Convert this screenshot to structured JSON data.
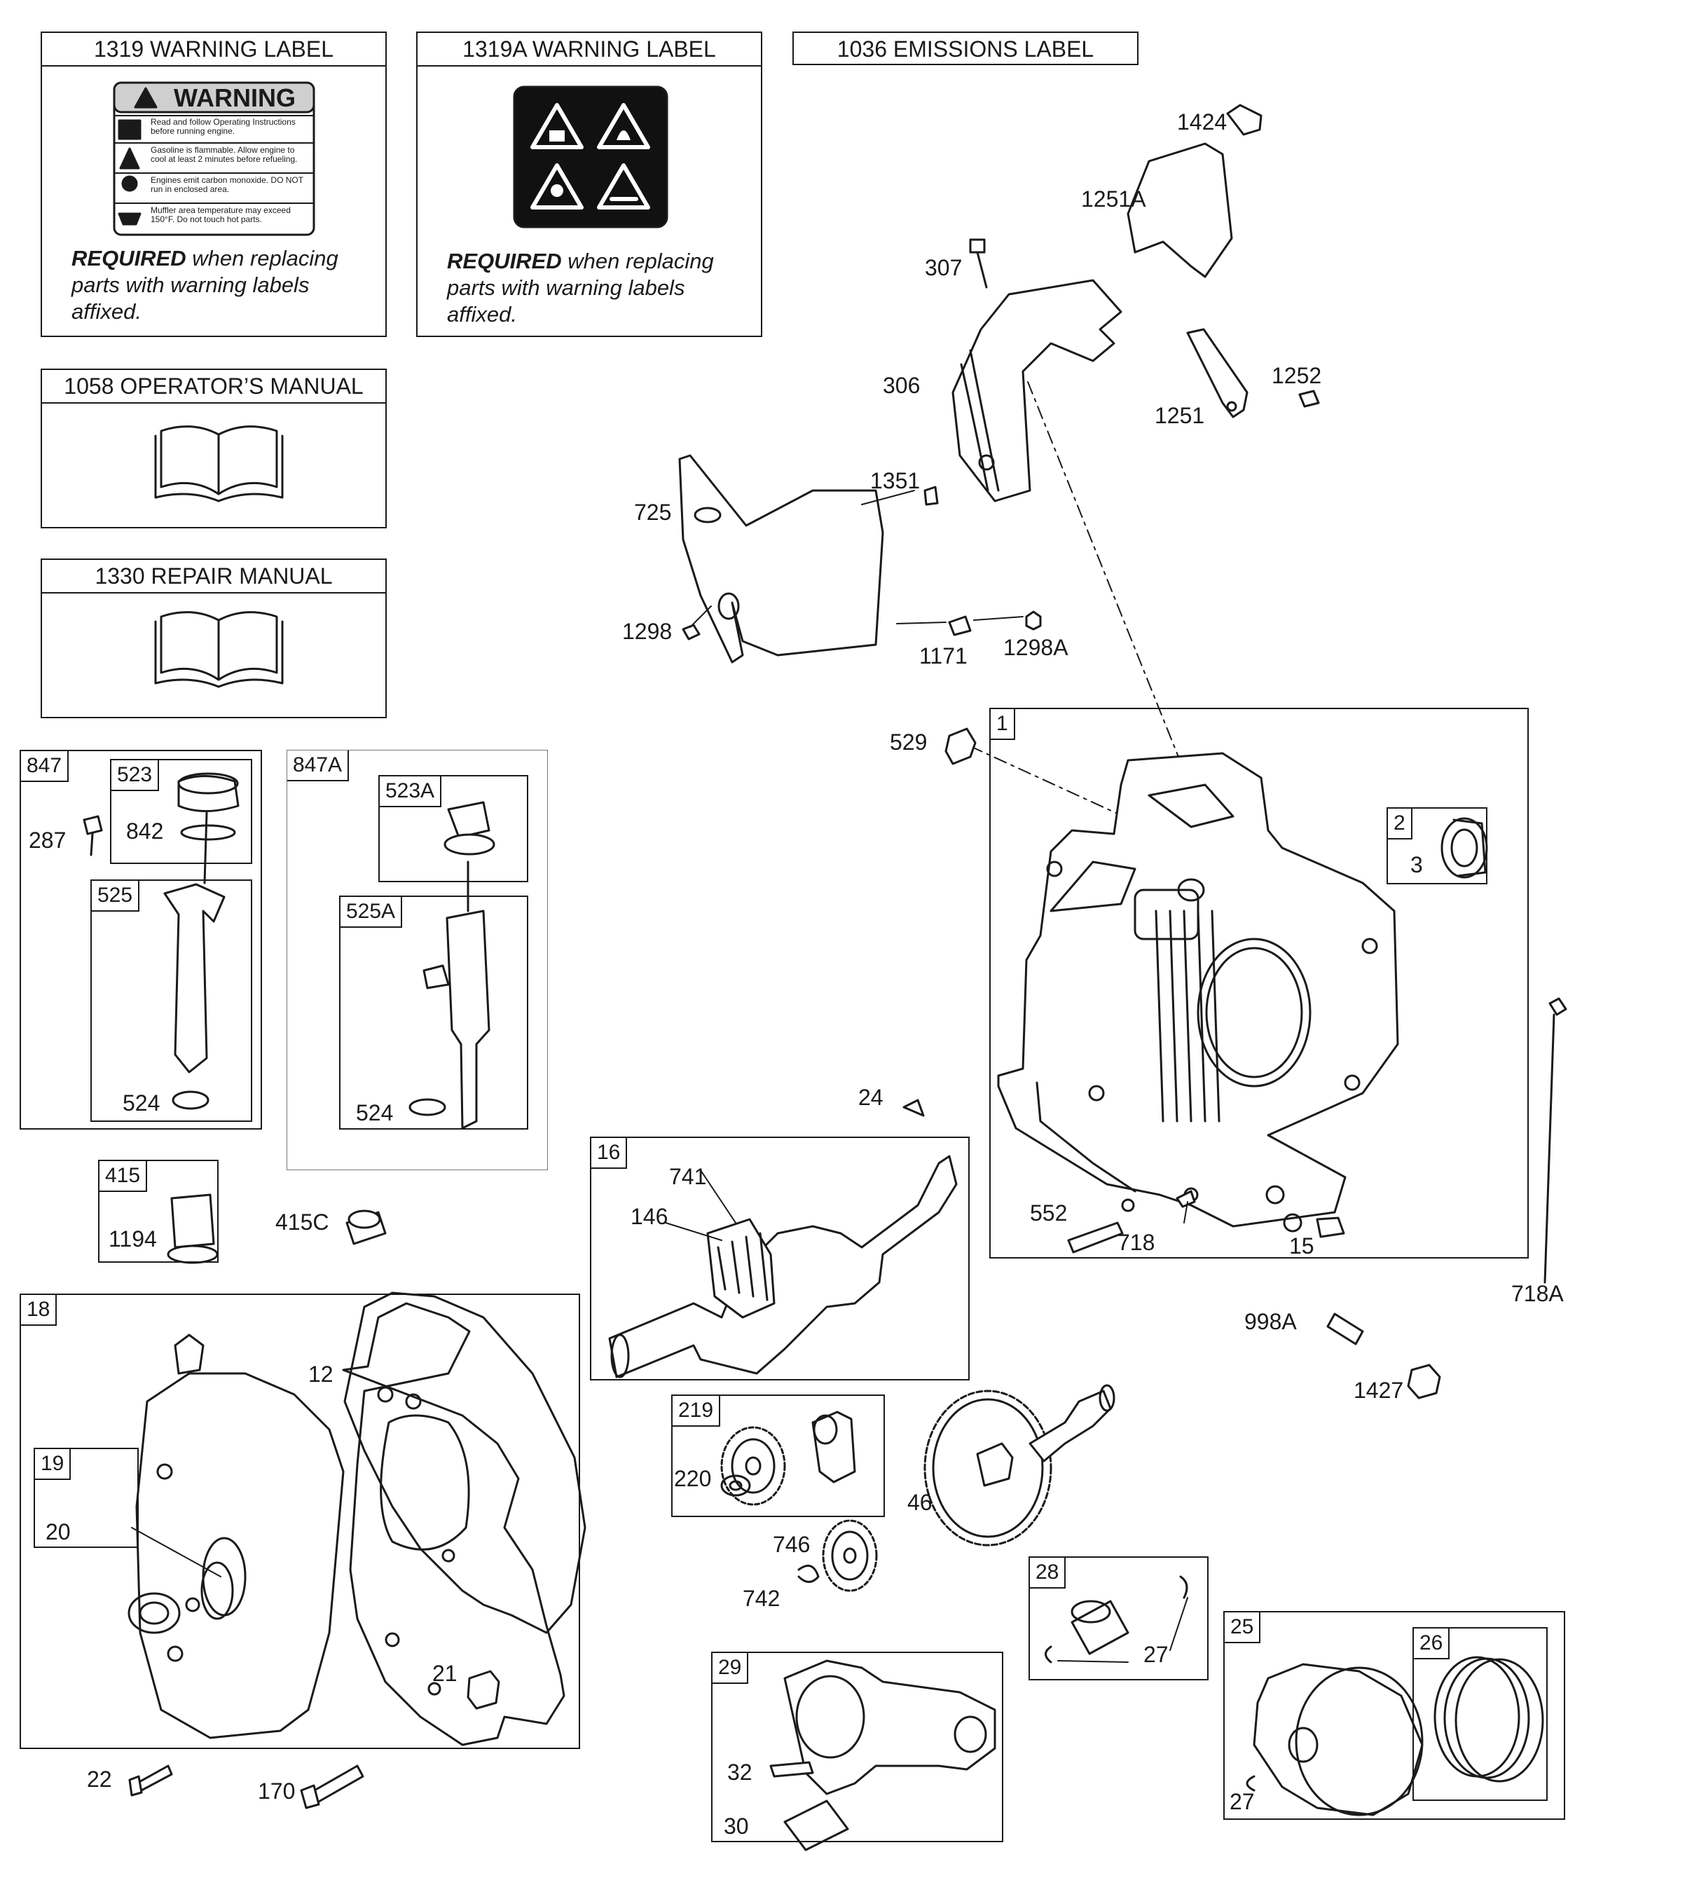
{
  "headers": {
    "h1319": "1319 WARNING LABEL",
    "h1319a": "1319A WARNING LABEL",
    "h1036": "1036 EMISSIONS LABEL",
    "h1058": "1058 OPERATOR’S MANUAL",
    "h1330": "1330 REPAIR MANUAL"
  },
  "required_note": {
    "bold": "REQUIRED",
    "rest": " when replacing parts with warning labels affixed."
  },
  "warning_label": {
    "title": "WARNING",
    "lines": [
      "Read and follow Operating Instructions before running engine.",
      "Gasoline is flammable. Allow engine to cool at least 2 minutes before refueling.",
      "Engines emit carbon monoxide. DO NOT run in enclosed area.",
      "Muffler area temperature may exceed 150°F. Do not touch hot parts."
    ]
  },
  "group_tags": {
    "g847": "847",
    "g523": "523",
    "g525": "525",
    "g847a": "847A",
    "g523a": "523A",
    "g525a": "525A",
    "g415": "415",
    "g18": "18",
    "g19": "19",
    "g16": "16",
    "g219": "219",
    "g1": "1",
    "g2": "2",
    "g28": "28",
    "g29": "29",
    "g25": "25",
    "g26": "26"
  },
  "part_labels": {
    "p1424": "1424",
    "p1251a": "1251A",
    "p307": "307",
    "p306": "306",
    "p1252": "1252",
    "p1251": "1251",
    "p1351": "1351",
    "p725": "725",
    "p1298": "1298",
    "p1171": "1171",
    "p1298a": "1298A",
    "p529": "529",
    "p3": "3",
    "p287": "287",
    "p842": "842",
    "p524": "524",
    "p524b": "524",
    "p24": "24",
    "p741": "741",
    "p146": "146",
    "p552": "552",
    "p718": "718",
    "p15": "15",
    "p718a": "718A",
    "p1194": "1194",
    "p415c": "415C",
    "p12": "12",
    "p20": "20",
    "p21": "21",
    "p22": "22",
    "p170": "170",
    "p998a": "998A",
    "p1427": "1427",
    "p220": "220",
    "p46": "46",
    "p746": "746",
    "p742": "742",
    "p27": "27",
    "p27b": "27",
    "p32": "32",
    "p30": "30"
  }
}
